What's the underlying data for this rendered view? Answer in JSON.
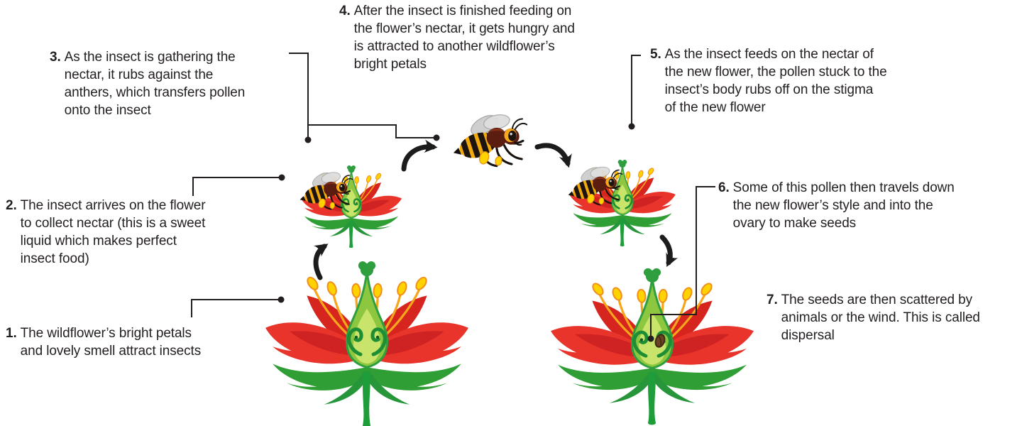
{
  "diagram": {
    "subject": "wildflower-pollination-cycle",
    "steps": [
      {
        "num": "1.",
        "lines": [
          "The wildflower’s bright petals",
          "and lovely smell attract insects"
        ]
      },
      {
        "num": "2.",
        "lines": [
          "The insect arrives on the flower",
          "to collect nectar (this is a sweet",
          "liquid which makes perfect",
          "insect food)"
        ]
      },
      {
        "num": "3.",
        "lines": [
          "As the insect is gathering the",
          "nectar, it rubs against the",
          "anthers, which transfers pollen",
          "onto the insect"
        ]
      },
      {
        "num": "4.",
        "lines": [
          "After the insect is finished feeding on",
          "the flower’s nectar, it gets hungry and",
          "is attracted to another wildflower’s",
          "bright petals"
        ]
      },
      {
        "num": "5.",
        "lines": [
          "As the insect feeds on the nectar of",
          "the new flower, the pollen stuck to the",
          "insect’s body rubs off on the stigma",
          "of the new flower"
        ]
      },
      {
        "num": "6.",
        "lines": [
          "Some of this pollen then travels down",
          "the new flower’s style and into the",
          "ovary to make seeds"
        ]
      },
      {
        "num": "7.",
        "lines": [
          "The seeds are then scattered by",
          "animals or the wind. This is called",
          "dispersal"
        ]
      }
    ],
    "figures": [
      "wildflower-cross-section-large-left",
      "wildflower-cross-section-small-left-with-bee",
      "honeybee-flying-center",
      "wildflower-cross-section-small-right-with-bee",
      "wildflower-cross-section-large-right-with-seed",
      "cycle-arrow-up-left",
      "cycle-arrow-up-to-bee",
      "cycle-arrow-down-to-flower",
      "cycle-arrow-down-right",
      "callout-line-step1",
      "callout-line-step2",
      "callout-line-step3",
      "callout-line-step4",
      "callout-line-step5",
      "callout-line-step6"
    ],
    "colors": {
      "background": "#ffffff",
      "text": "#231f20",
      "callout_line": "#231f20",
      "arrow_black": "#1c1c1c",
      "petal_red": "#e8342a",
      "petal_shade": "#b5121b",
      "leaf_green": "#2f9e34",
      "stem_green": "#1f9d3a",
      "ovary_green": "#8dc63f",
      "ovary_inner": "#c9e46a",
      "ovule_green": "#1e8e35",
      "filament_orange": "#f7a51b",
      "anther_yellow": "#ffd200",
      "bee_body_brown": "#5a1d10",
      "bee_yellow": "#f2a90c",
      "bee_wing_grey": "#d4d4d4",
      "seed_brown": "#6b4423"
    }
  }
}
